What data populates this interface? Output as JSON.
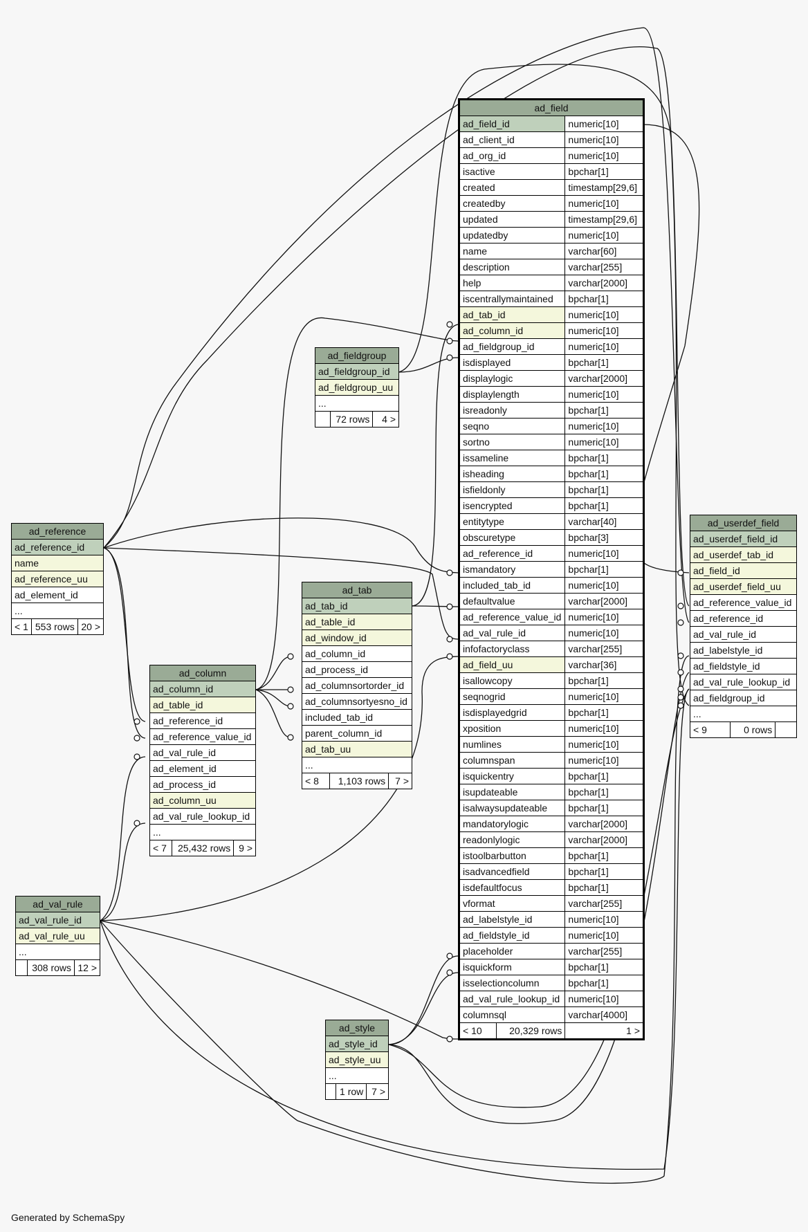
{
  "tables": [
    {
      "id": "ad_field",
      "name": "ad_field",
      "main": true,
      "columns": [
        {
          "name": "ad_field_id",
          "type": "numeric[10]",
          "style": "pk"
        },
        {
          "name": "ad_client_id",
          "type": "numeric[10]",
          "style": "plain"
        },
        {
          "name": "ad_org_id",
          "type": "numeric[10]",
          "style": "plain"
        },
        {
          "name": "isactive",
          "type": "bpchar[1]",
          "style": "plain"
        },
        {
          "name": "created",
          "type": "timestamp[29,6]",
          "style": "plain"
        },
        {
          "name": "createdby",
          "type": "numeric[10]",
          "style": "plain"
        },
        {
          "name": "updated",
          "type": "timestamp[29,6]",
          "style": "plain"
        },
        {
          "name": "updatedby",
          "type": "numeric[10]",
          "style": "plain"
        },
        {
          "name": "name",
          "type": "varchar[60]",
          "style": "plain"
        },
        {
          "name": "description",
          "type": "varchar[255]",
          "style": "plain"
        },
        {
          "name": "help",
          "type": "varchar[2000]",
          "style": "plain"
        },
        {
          "name": "iscentrallymaintained",
          "type": "bpchar[1]",
          "style": "plain"
        },
        {
          "name": "ad_tab_id",
          "type": "numeric[10]",
          "style": "uq"
        },
        {
          "name": "ad_column_id",
          "type": "numeric[10]",
          "style": "uq"
        },
        {
          "name": "ad_fieldgroup_id",
          "type": "numeric[10]",
          "style": "plain"
        },
        {
          "name": "isdisplayed",
          "type": "bpchar[1]",
          "style": "plain"
        },
        {
          "name": "displaylogic",
          "type": "varchar[2000]",
          "style": "plain"
        },
        {
          "name": "displaylength",
          "type": "numeric[10]",
          "style": "plain"
        },
        {
          "name": "isreadonly",
          "type": "bpchar[1]",
          "style": "plain"
        },
        {
          "name": "seqno",
          "type": "numeric[10]",
          "style": "plain"
        },
        {
          "name": "sortno",
          "type": "numeric[10]",
          "style": "plain"
        },
        {
          "name": "issameline",
          "type": "bpchar[1]",
          "style": "plain"
        },
        {
          "name": "isheading",
          "type": "bpchar[1]",
          "style": "plain"
        },
        {
          "name": "isfieldonly",
          "type": "bpchar[1]",
          "style": "plain"
        },
        {
          "name": "isencrypted",
          "type": "bpchar[1]",
          "style": "plain"
        },
        {
          "name": "entitytype",
          "type": "varchar[40]",
          "style": "plain"
        },
        {
          "name": "obscuretype",
          "type": "bpchar[3]",
          "style": "plain"
        },
        {
          "name": "ad_reference_id",
          "type": "numeric[10]",
          "style": "plain"
        },
        {
          "name": "ismandatory",
          "type": "bpchar[1]",
          "style": "plain"
        },
        {
          "name": "included_tab_id",
          "type": "numeric[10]",
          "style": "plain"
        },
        {
          "name": "defaultvalue",
          "type": "varchar[2000]",
          "style": "plain"
        },
        {
          "name": "ad_reference_value_id",
          "type": "numeric[10]",
          "style": "plain"
        },
        {
          "name": "ad_val_rule_id",
          "type": "numeric[10]",
          "style": "plain"
        },
        {
          "name": "infofactoryclass",
          "type": "varchar[255]",
          "style": "plain"
        },
        {
          "name": "ad_field_uu",
          "type": "varchar[36]",
          "style": "uq"
        },
        {
          "name": "isallowcopy",
          "type": "bpchar[1]",
          "style": "plain"
        },
        {
          "name": "seqnogrid",
          "type": "numeric[10]",
          "style": "plain"
        },
        {
          "name": "isdisplayedgrid",
          "type": "bpchar[1]",
          "style": "plain"
        },
        {
          "name": "xposition",
          "type": "numeric[10]",
          "style": "plain"
        },
        {
          "name": "numlines",
          "type": "numeric[10]",
          "style": "plain"
        },
        {
          "name": "columnspan",
          "type": "numeric[10]",
          "style": "plain"
        },
        {
          "name": "isquickentry",
          "type": "bpchar[1]",
          "style": "plain"
        },
        {
          "name": "isupdateable",
          "type": "bpchar[1]",
          "style": "plain"
        },
        {
          "name": "isalwaysupdateable",
          "type": "bpchar[1]",
          "style": "plain"
        },
        {
          "name": "mandatorylogic",
          "type": "varchar[2000]",
          "style": "plain"
        },
        {
          "name": "readonlylogic",
          "type": "varchar[2000]",
          "style": "plain"
        },
        {
          "name": "istoolbarbutton",
          "type": "bpchar[1]",
          "style": "plain"
        },
        {
          "name": "isadvancedfield",
          "type": "bpchar[1]",
          "style": "plain"
        },
        {
          "name": "isdefaultfocus",
          "type": "bpchar[1]",
          "style": "plain"
        },
        {
          "name": "vformat",
          "type": "varchar[255]",
          "style": "plain"
        },
        {
          "name": "ad_labelstyle_id",
          "type": "numeric[10]",
          "style": "plain"
        },
        {
          "name": "ad_fieldstyle_id",
          "type": "numeric[10]",
          "style": "plain"
        },
        {
          "name": "placeholder",
          "type": "varchar[255]",
          "style": "plain"
        },
        {
          "name": "isquickform",
          "type": "bpchar[1]",
          "style": "plain"
        },
        {
          "name": "isselectioncolumn",
          "type": "bpchar[1]",
          "style": "plain"
        },
        {
          "name": "ad_val_rule_lookup_id",
          "type": "numeric[10]",
          "style": "plain"
        },
        {
          "name": "columnsql",
          "type": "varchar[4000]",
          "style": "plain"
        }
      ],
      "footer": {
        "parents": "< 10",
        "rows": "20,329 rows",
        "children": "1 >"
      }
    },
    {
      "id": "ad_fieldgroup",
      "name": "ad_fieldgroup",
      "columns": [
        {
          "name": "ad_fieldgroup_id",
          "style": "pk"
        },
        {
          "name": "ad_fieldgroup_uu",
          "style": "uq"
        },
        {
          "name": "...",
          "style": "plain"
        }
      ],
      "footer": {
        "parents": "",
        "rows": "72 rows",
        "children": "4 >"
      }
    },
    {
      "id": "ad_reference",
      "name": "ad_reference",
      "columns": [
        {
          "name": "ad_reference_id",
          "style": "pk"
        },
        {
          "name": "name",
          "style": "uq"
        },
        {
          "name": "ad_reference_uu",
          "style": "uq"
        },
        {
          "name": "ad_element_id",
          "style": "plain"
        },
        {
          "name": "...",
          "style": "plain"
        }
      ],
      "footer": {
        "parents": "< 1",
        "rows": "553 rows",
        "children": "20 >"
      }
    },
    {
      "id": "ad_tab",
      "name": "ad_tab",
      "columns": [
        {
          "name": "ad_tab_id",
          "style": "pk"
        },
        {
          "name": "ad_table_id",
          "style": "uq"
        },
        {
          "name": "ad_window_id",
          "style": "uq"
        },
        {
          "name": "ad_column_id",
          "style": "plain"
        },
        {
          "name": "ad_process_id",
          "style": "plain"
        },
        {
          "name": "ad_columnsortorder_id",
          "style": "plain"
        },
        {
          "name": "ad_columnsortyesno_id",
          "style": "plain"
        },
        {
          "name": "included_tab_id",
          "style": "plain"
        },
        {
          "name": "parent_column_id",
          "style": "plain"
        },
        {
          "name": "ad_tab_uu",
          "style": "uq"
        },
        {
          "name": "...",
          "style": "plain"
        }
      ],
      "footer": {
        "parents": "< 8",
        "rows": "1,103 rows",
        "children": "7 >"
      }
    },
    {
      "id": "ad_column",
      "name": "ad_column",
      "columns": [
        {
          "name": "ad_column_id",
          "style": "pk"
        },
        {
          "name": "ad_table_id",
          "style": "uq"
        },
        {
          "name": "ad_reference_id",
          "style": "plain"
        },
        {
          "name": "ad_reference_value_id",
          "style": "plain"
        },
        {
          "name": "ad_val_rule_id",
          "style": "plain"
        },
        {
          "name": "ad_element_id",
          "style": "plain"
        },
        {
          "name": "ad_process_id",
          "style": "plain"
        },
        {
          "name": "ad_column_uu",
          "style": "uq"
        },
        {
          "name": "ad_val_rule_lookup_id",
          "style": "plain"
        },
        {
          "name": "...",
          "style": "plain"
        }
      ],
      "footer": {
        "parents": "< 7",
        "rows": "25,432 rows",
        "children": "9 >"
      }
    },
    {
      "id": "ad_val_rule",
      "name": "ad_val_rule",
      "columns": [
        {
          "name": "ad_val_rule_id",
          "style": "pk"
        },
        {
          "name": "ad_val_rule_uu",
          "style": "uq"
        },
        {
          "name": "...",
          "style": "plain"
        }
      ],
      "footer": {
        "parents": "",
        "rows": "308 rows",
        "children": "12 >"
      }
    },
    {
      "id": "ad_style",
      "name": "ad_style",
      "columns": [
        {
          "name": "ad_style_id",
          "style": "pk"
        },
        {
          "name": "ad_style_uu",
          "style": "uq"
        },
        {
          "name": "...",
          "style": "plain"
        }
      ],
      "footer": {
        "parents": "",
        "rows": "1 row",
        "children": "7 >"
      }
    },
    {
      "id": "ad_userdef_field",
      "name": "ad_userdef_field",
      "columns": [
        {
          "name": "ad_userdef_field_id",
          "style": "pk"
        },
        {
          "name": "ad_userdef_tab_id",
          "style": "uq"
        },
        {
          "name": "ad_field_id",
          "style": "uq"
        },
        {
          "name": "ad_userdef_field_uu",
          "style": "uq"
        },
        {
          "name": "ad_reference_value_id",
          "style": "plain"
        },
        {
          "name": "ad_reference_id",
          "style": "plain"
        },
        {
          "name": "ad_val_rule_id",
          "style": "plain"
        },
        {
          "name": "ad_labelstyle_id",
          "style": "plain"
        },
        {
          "name": "ad_fieldstyle_id",
          "style": "plain"
        },
        {
          "name": "ad_val_rule_lookup_id",
          "style": "plain"
        },
        {
          "name": "ad_fieldgroup_id",
          "style": "plain"
        },
        {
          "name": "...",
          "style": "plain"
        }
      ],
      "footer": {
        "parents": "< 9",
        "rows": "0 rows",
        "children": ""
      }
    }
  ],
  "footer_text": "Generated by SchemaSpy",
  "colors": {
    "background": "#f7f7f7",
    "header": "#9aab96",
    "primary_key": "#bfd0bb",
    "unique": "#f4f7dc",
    "plain": "#ffffff"
  }
}
